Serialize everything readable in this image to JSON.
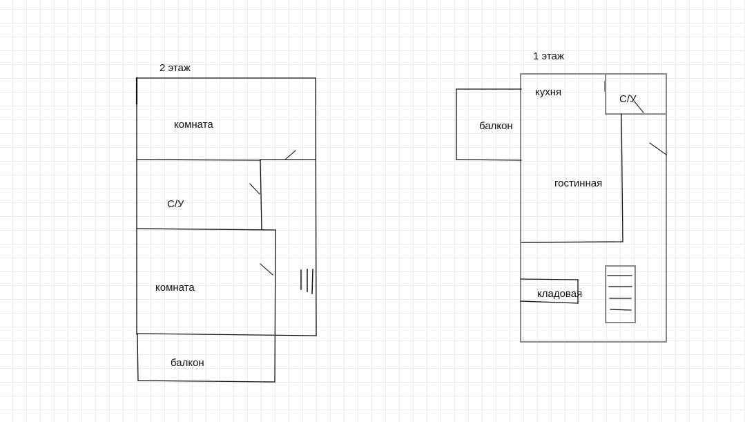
{
  "diagram": {
    "type": "floor-plan",
    "colors": {
      "background": "#ffffff",
      "grid": "#ebebeb",
      "wall_dark": "#111111",
      "wall_gray": "#8a8a8a",
      "text": "#111111"
    },
    "floors": [
      {
        "id": "floor-2",
        "title": "2 этаж",
        "rooms": [
          {
            "id": "room-top",
            "label": "комната"
          },
          {
            "id": "bathroom",
            "label": "С/У"
          },
          {
            "id": "room-bottom",
            "label": "комната"
          },
          {
            "id": "balcony",
            "label": "балкон"
          }
        ],
        "symbols": [
          "door-swing",
          "door-swing",
          "door-swing",
          "stairs"
        ]
      },
      {
        "id": "floor-1",
        "title": "1 этаж",
        "rooms": [
          {
            "id": "balcony",
            "label": "балкон"
          },
          {
            "id": "kitchen",
            "label": "кухня"
          },
          {
            "id": "bathroom",
            "label": "С/У"
          },
          {
            "id": "living-room",
            "label": "гостинная"
          },
          {
            "id": "storage",
            "label": "кладовая"
          }
        ],
        "symbols": [
          "door-swing",
          "door-swing",
          "stairs"
        ]
      }
    ]
  }
}
